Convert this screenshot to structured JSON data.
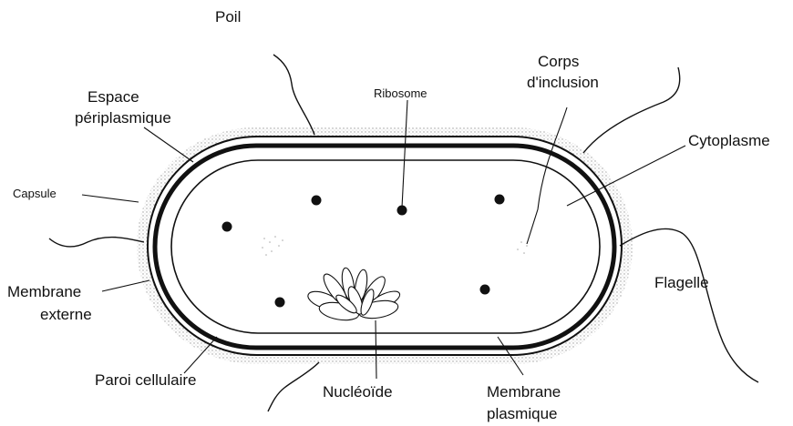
{
  "labels": {
    "poil": "Poil",
    "espace": "Espace",
    "periplasmique": "périplasmique",
    "ribosome": "Ribosome",
    "corps": "Corps",
    "inclusion": "d'inclusion",
    "cytoplasme": "Cytoplasme",
    "capsule": "Capsule",
    "membrane_externe_1": "Membrane",
    "membrane_externe_2": "externe",
    "flagelle": "Flagelle",
    "paroi": "Paroi cellulaire",
    "nucleoide": "Nucléoïde",
    "membrane_plasmique_1": "Membrane",
    "membrane_plasmique_2": "plasmique"
  },
  "colors": {
    "ink": "#111111",
    "capsule_stipple": "#9a9a9a",
    "background": "#ffffff"
  }
}
